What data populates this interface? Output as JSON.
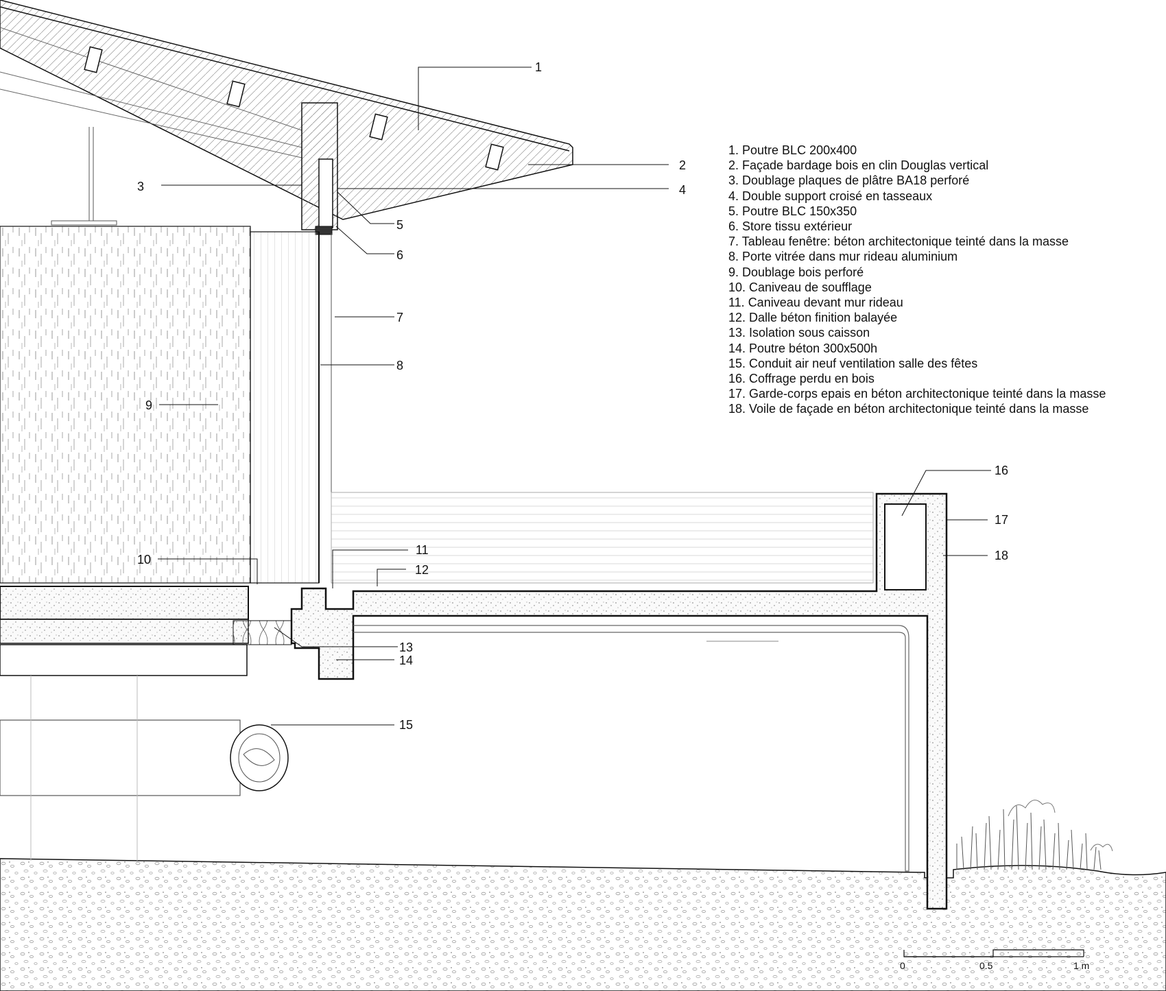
{
  "legend": [
    "1. Poutre BLC 200x400",
    "2. Façade bardage bois en clin Douglas vertical",
    "3. Doublage plaques de plâtre BA18 perforé",
    "4. Double support croisé en tasseaux",
    "5. Poutre BLC 150x350",
    "6. Store tissu extérieur",
    "7. Tableau fenêtre: béton architectonique teinté dans la masse",
    "8. Porte vitrée dans mur rideau aluminium",
    "9. Doublage bois perforé",
    "10. Caniveau de soufflage",
    "11. Caniveau devant mur rideau",
    "12. Dalle béton finition balayée",
    "13. Isolation sous caisson",
    "14. Poutre béton 300x500h",
    "15. Conduit air neuf ventilation salle des fêtes",
    "16. Coffrage perdu en bois",
    "17. Garde-corps epais en béton architectonique  teinté dans la masse",
    "18. Voile de façade en béton architectonique teinté dans la masse"
  ],
  "callouts": {
    "c1": "1",
    "c2": "2",
    "c3": "3",
    "c4": "4",
    "c5": "5",
    "c6": "6",
    "c7": "7",
    "c8": "8",
    "c9": "9",
    "c10": "10",
    "c11": "11",
    "c12": "12",
    "c13": "13",
    "c14": "14",
    "c15": "15",
    "c16": "16",
    "c17": "17",
    "c18": "18"
  },
  "scale": {
    "zero": "0",
    "half": "0.5",
    "one": "1 m"
  },
  "colors": {
    "line": "#111111",
    "hatch": "#888888",
    "concrete": "#f3f3f3"
  }
}
